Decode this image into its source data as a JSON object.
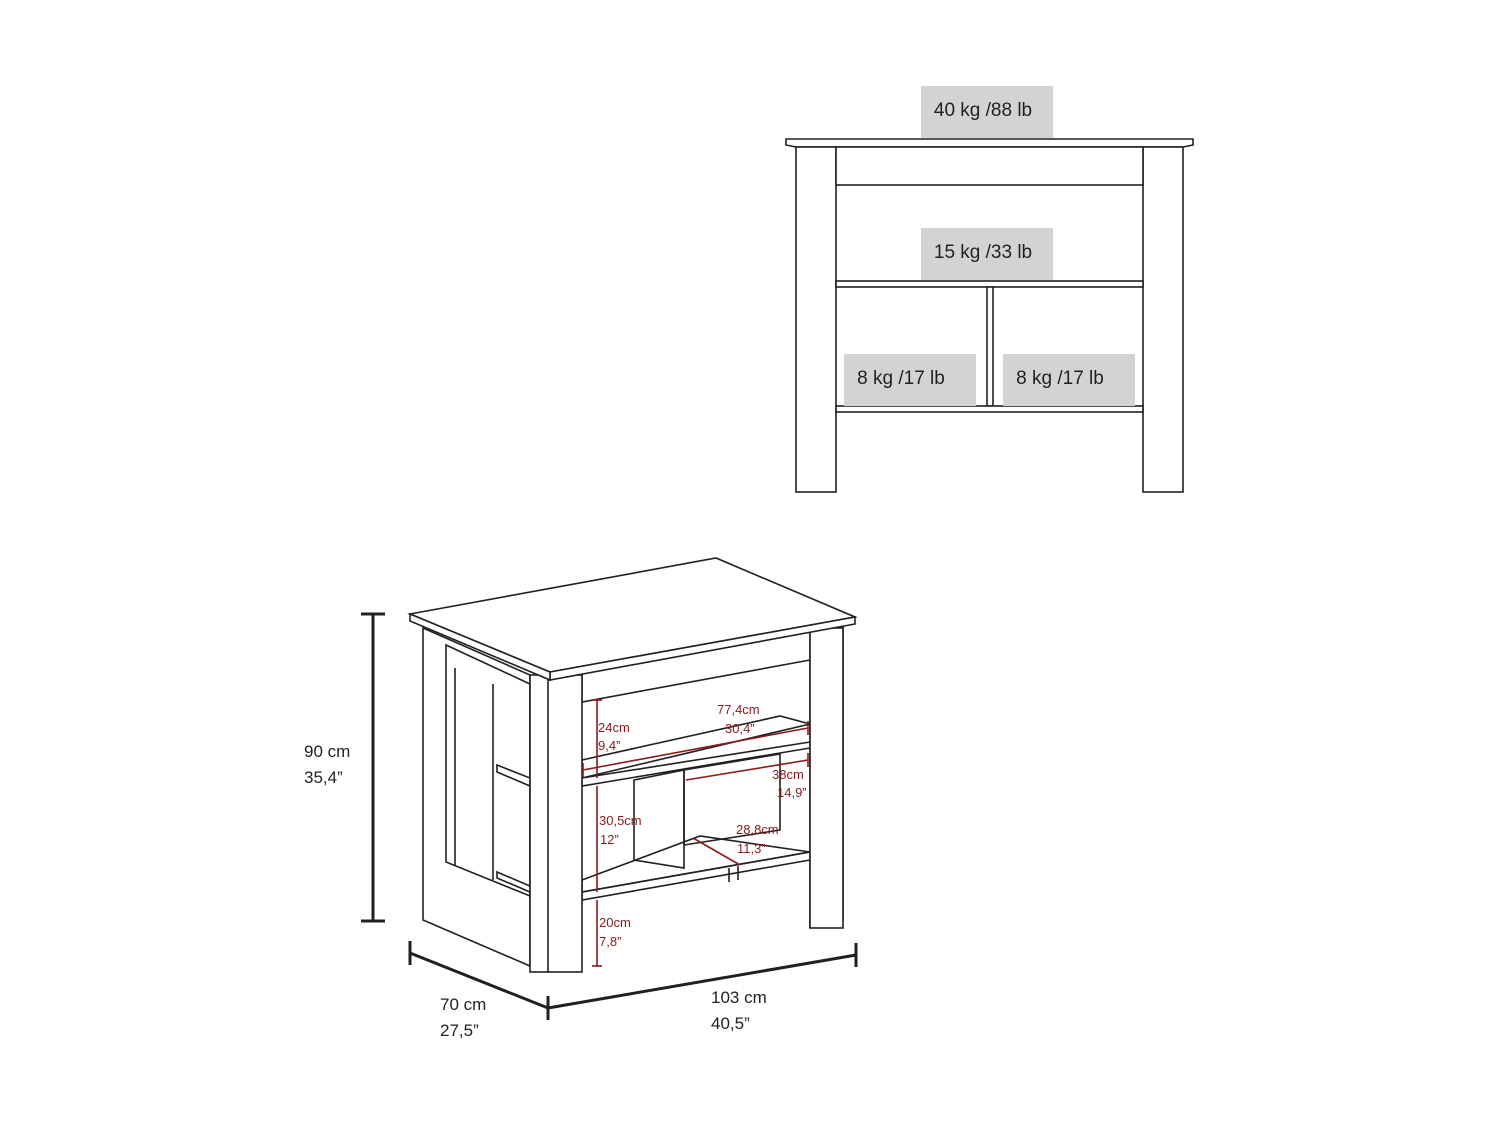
{
  "load_labels": {
    "top": "40 kg /88 lb",
    "shelf": "15 kg /33 lb",
    "left_compartment": "8 kg /17 lb",
    "right_compartment": "8 kg /17 lb"
  },
  "overall_dimensions": {
    "height_cm": "90 cm",
    "height_in": "35,4”",
    "depth_cm": "70 cm",
    "depth_in": "27,5”",
    "width_cm": "103 cm",
    "width_in": "40,5”"
  },
  "inner_dimensions": {
    "shelf_gap_cm": "24cm",
    "shelf_gap_in": "9,4”",
    "shelf_width_cm": "77,4cm",
    "shelf_width_in": "30,4”",
    "compartment_depth_cm": "38cm",
    "compartment_depth_in": "14,9”",
    "compartment_height_cm": "30,5cm",
    "compartment_height_in": "12”",
    "compartment_width_cm": "28,8cm",
    "compartment_width_in": "11,3”",
    "floor_clearance_cm": "20cm",
    "floor_clearance_in": "7,8”"
  },
  "colors": {
    "line": "#231f20",
    "label_fill": "#d3d3d3",
    "dimension_red": "#8b1a1a"
  }
}
